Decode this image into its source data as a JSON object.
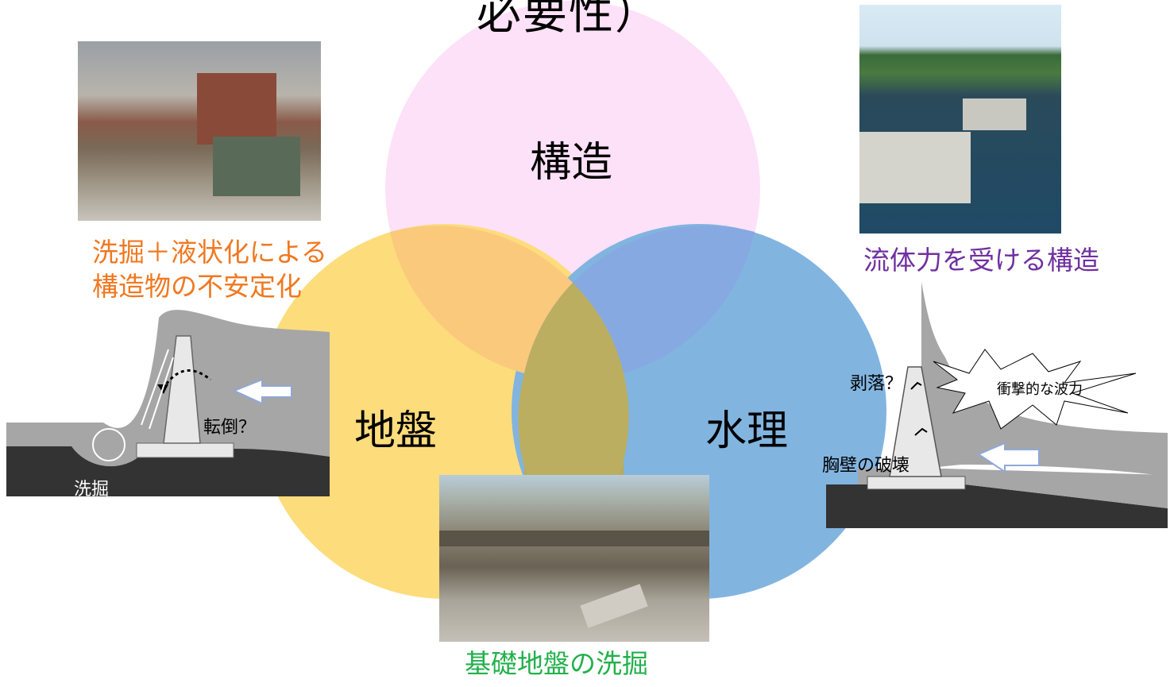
{
  "title": "必要性）",
  "circles": {
    "structure": {
      "label": "構造",
      "color": "#fde1f8"
    },
    "ground": {
      "label": "地盤",
      "color": "#fddc7c"
    },
    "hydraulics": {
      "label": "水理",
      "color": "#82b4e0"
    }
  },
  "captions": {
    "top_left": [
      "洗掘＋液状化による",
      "構造物の不安定化"
    ],
    "top_left_color": "#f07820",
    "top_right": "流体力を受ける構造",
    "top_right_color": "#7030a0",
    "bottom": "基礎地盤の洗掘",
    "bottom_color": "#22b04b"
  },
  "left_diagram": {
    "overturn_label": "転倒？",
    "scour_label": "洗掘"
  },
  "right_diagram": {
    "spalling_label": "剥落？",
    "impact_label": "衝撃的な波力",
    "parapet_label": "胸壁の破壊"
  }
}
